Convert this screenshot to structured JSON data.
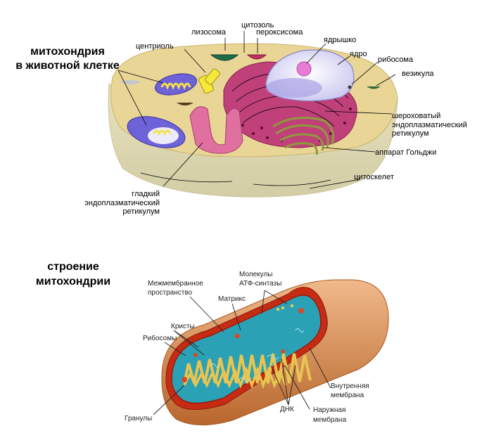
{
  "cell_figure": {
    "heading": [
      "митохондрия",
      "в животной клетке"
    ],
    "labels": {
      "cytosol": "цитозоль",
      "lysosome": "лизосома",
      "peroxisome": "пероксисома",
      "centriole": "центриоль",
      "nucleolus": "ядрышко",
      "nucleus": "ядро",
      "ribosome": "рибосома",
      "vesicle": "везикула",
      "rough_er": [
        "шероховатый",
        "эндоплазматический",
        "ретикулум"
      ],
      "golgi": "аппарат Гольджи",
      "cytoskeleton": "цитоскелет",
      "smooth_er": [
        "гладкий",
        "эндоплазматический",
        "ретикулум"
      ]
    }
  },
  "mito_figure": {
    "heading": [
      "строение",
      "митохондрии"
    ],
    "labels": {
      "intermembrane": [
        "Межмембранное",
        "пространство"
      ],
      "atp_synthase": [
        "Молекулы",
        "АТФ-синтазы"
      ],
      "matrix": "Матрикс",
      "cristae": "Кристы",
      "ribosomes": "Рибосомы",
      "granules": "Гранулы",
      "dna": "ДНК",
      "inner_membrane": [
        "Внутренняя",
        "мембрана"
      ],
      "outer_membrane": [
        "Наружная",
        "мембрана"
      ]
    }
  },
  "colors": {
    "cytoplasm": "#e9d596",
    "cell_body": "#ddd8b5",
    "er": "#c0407a",
    "mito_outer": "#d68a4f",
    "mito_matrix": "#2ba1b5",
    "mito_inner": "#c62b14"
  }
}
